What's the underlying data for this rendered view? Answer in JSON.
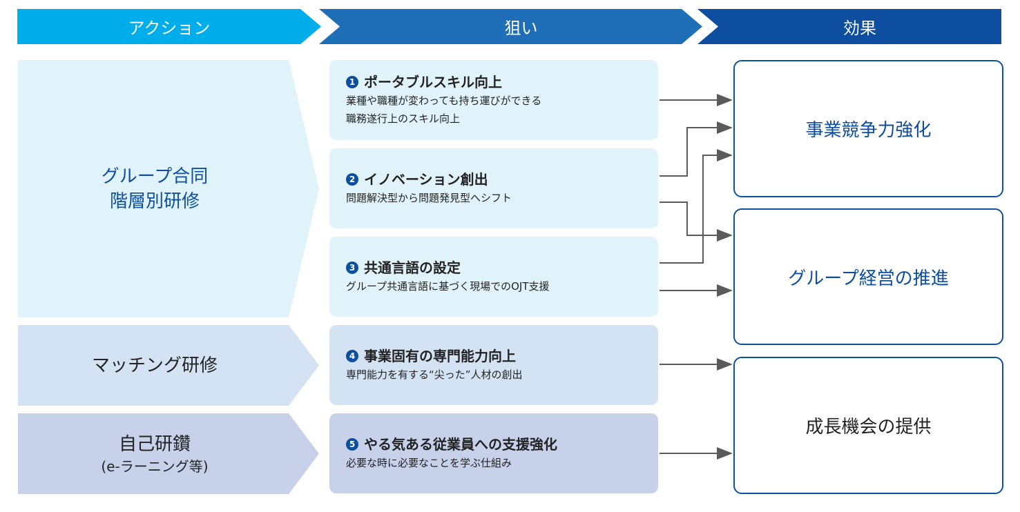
{
  "headers": {
    "action": "アクション",
    "aim": "狙い",
    "effect": "効果"
  },
  "actions": [
    {
      "title": "グループ合同",
      "title2": "階層別研修",
      "sub": ""
    },
    {
      "title": "マッチング研修",
      "title2": "",
      "sub": ""
    },
    {
      "title": "自己研鑽",
      "title2": "",
      "sub": "(e-ラーニング等)"
    }
  ],
  "aims": [
    {
      "num": "1",
      "title": "ポータブルスキル向上",
      "desc": "業種や職種が変わっても持ち運びができる",
      "desc2": "職務遂行上のスキル向上"
    },
    {
      "num": "2",
      "title": "イノベーション創出",
      "desc": "問題解決型から問題発見型へシフト",
      "desc2": ""
    },
    {
      "num": "3",
      "title": "共通言語の設定",
      "desc": "グループ共通言語に基づく現場でのOJT支援",
      "desc2": ""
    },
    {
      "num": "4",
      "title": "事業固有の専門能力向上",
      "desc": "専門能力を有する“尖った”人材の創出",
      "desc2": ""
    },
    {
      "num": "5",
      "title": "やる気ある従業員への支援強化",
      "desc": "必要な時に必要なことを学ぶ仕組み",
      "desc2": ""
    }
  ],
  "effects": [
    {
      "label": "事業競争力強化"
    },
    {
      "label": "グループ経営の推進"
    },
    {
      "label": "成長機会の提供"
    }
  ],
  "connections": [
    {
      "from": "aim-1",
      "to": "effect-1"
    },
    {
      "from": "aim-2",
      "to": "effect-1"
    },
    {
      "from": "aim-3",
      "to": "effect-1"
    },
    {
      "from": "aim-2",
      "to": "effect-2"
    },
    {
      "from": "aim-3",
      "to": "effect-2"
    },
    {
      "from": "aim-4",
      "to": "effect-3"
    },
    {
      "from": "aim-5",
      "to": "effect-3"
    }
  ],
  "colors": {
    "header_action": "#00adeb",
    "header_aim": "#1e6fb8",
    "header_effect": "#0d4ea0",
    "accent_text": "#0d4ea0",
    "arrow": "#5a5a5a"
  }
}
